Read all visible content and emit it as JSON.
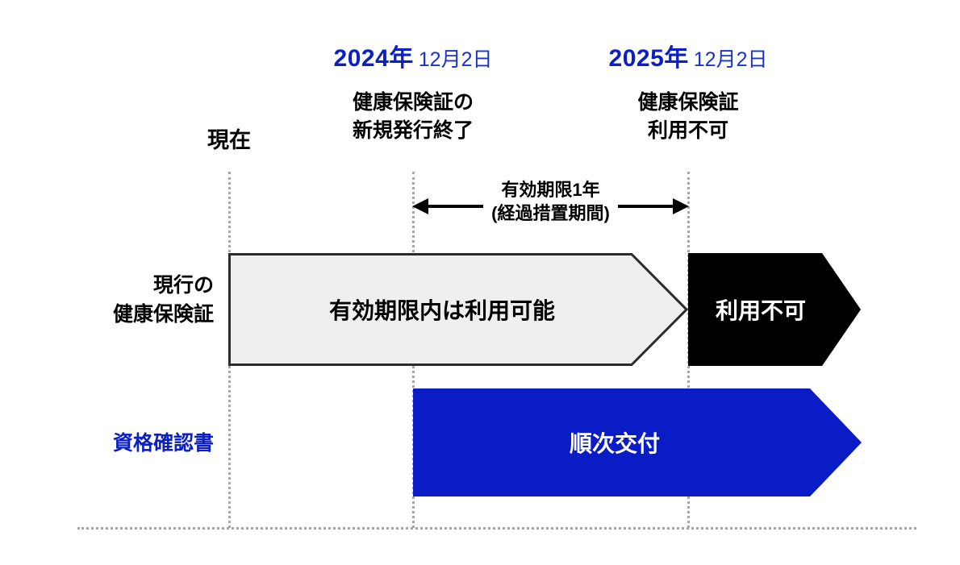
{
  "figure": {
    "title_alt": "健康保険証 経過措置タイムライン",
    "colors": {
      "brand_blue": "#0c1fc4",
      "bar_blue": "#0a1cc6",
      "bar_black": "#000000",
      "bar_gray_fill": "#efefef",
      "bar_gray_border": "#2b2b2b",
      "dotted_gray": "#a6a6a6"
    }
  },
  "timeline": {
    "now": {
      "label": "現在"
    },
    "milestones": [
      {
        "year": "2024年",
        "day": "12月2日",
        "event_line1": "健康保険証の",
        "event_line2": "新規発行終了"
      },
      {
        "year": "2025年",
        "day": "12月2日",
        "event_line1": "健康保険証",
        "event_line2": "利用不可"
      }
    ],
    "period_annotation": {
      "line1": "有効期限1年",
      "line2": "(経過措置期間)"
    }
  },
  "rows": [
    {
      "label_line1": "現行の",
      "label_line2": "健康保険証",
      "label_color": "black",
      "bars": [
        {
          "text": "有効期限内は利用可能",
          "style": "gray"
        },
        {
          "text": "利用不可",
          "style": "black"
        }
      ]
    },
    {
      "label_line1": "資格確認書",
      "label_line2": "",
      "label_color": "blue",
      "bars": [
        {
          "text": "順次交付",
          "style": "blue"
        }
      ]
    }
  ]
}
